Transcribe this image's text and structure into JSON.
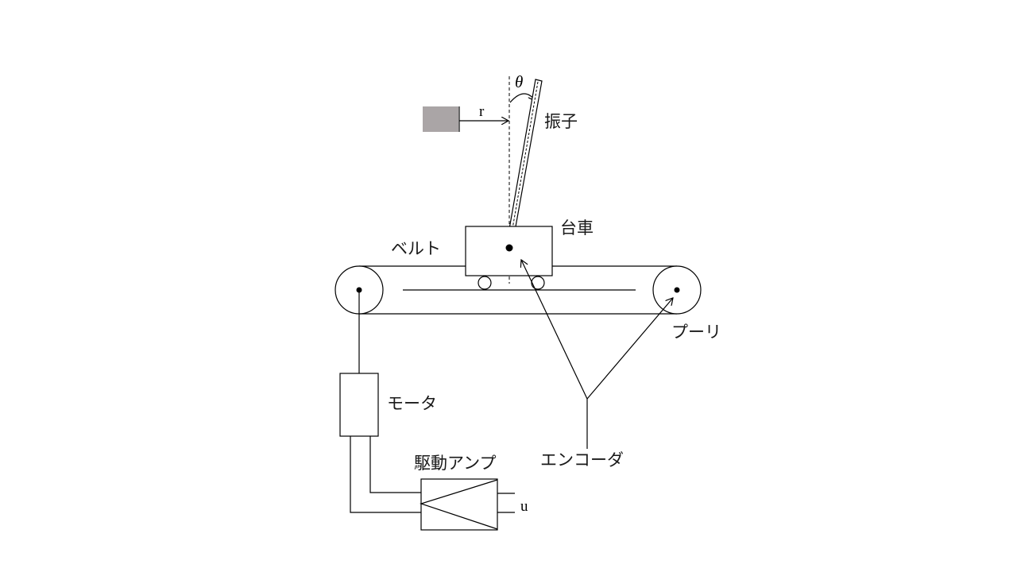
{
  "labels": {
    "pendulum": "振子",
    "cart": "台車",
    "belt": "ベルト",
    "pulley": "プーリ",
    "motor": "モータ",
    "amplifier": "駆動アンプ",
    "encoder": "エンコーダ",
    "theta": "θ",
    "r": "r",
    "u": "u"
  },
  "colors": {
    "line": "#000000",
    "target_block": "#aaa5a6",
    "background": "#ffffff"
  }
}
